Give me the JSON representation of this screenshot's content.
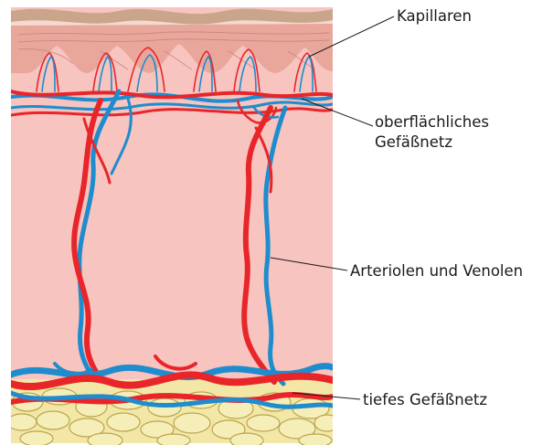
{
  "labels": {
    "kapillaren": "Kapillaren",
    "oberflaechlich_line1": "oberflächliches",
    "oberflaechlich_line2": "Gefäßnetz",
    "arteriolen": "Arteriolen und Venolen",
    "tiefes": "tiefes Gefäßnetz"
  },
  "colors": {
    "artery": "#e8262a",
    "vein": "#1f8ccd",
    "dermis": "#f7c4c0",
    "papillae": "#e9a79c",
    "epidermis_top": "#c9a58b",
    "fat": "#f2e7a6",
    "fat_outline": "#b9a54c"
  }
}
